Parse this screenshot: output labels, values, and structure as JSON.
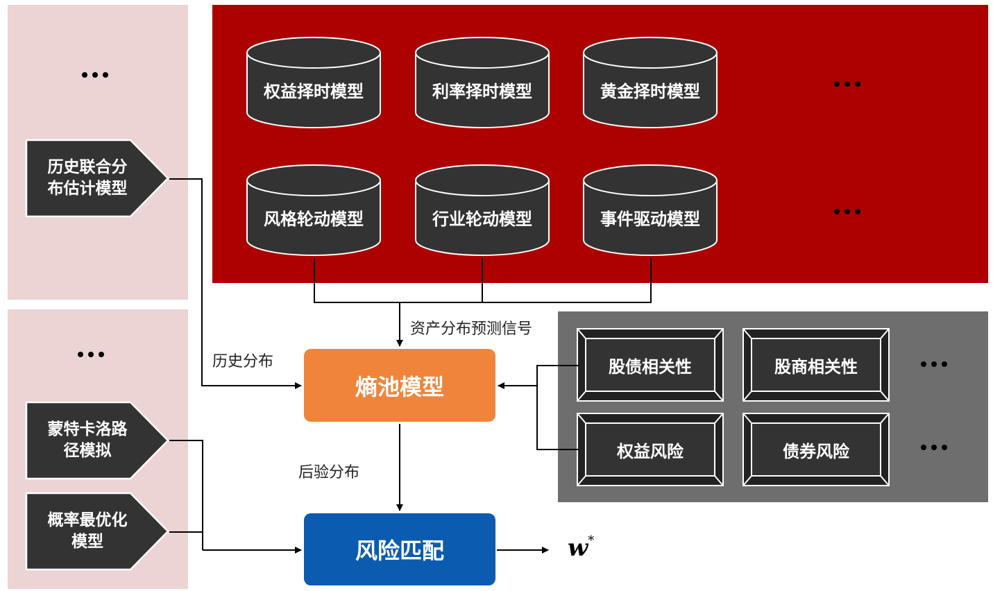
{
  "colors": {
    "pink_panel": "#ecd3d4",
    "red_panel": "#ad0000",
    "gray_panel": "#6e6e6e",
    "dark_shape": "#333333",
    "entropy_pool": "#f0843a",
    "risk_match": "#0b5bb1"
  },
  "left_panel_top": {
    "ellipsis": "…",
    "items": [
      {
        "label": "历史联合分布估计模型"
      }
    ]
  },
  "left_panel_bottom": {
    "ellipsis": "…",
    "items": [
      {
        "label": "蒙特卡洛路径模拟"
      },
      {
        "label": "概率最优化模型"
      }
    ]
  },
  "signal_models": {
    "row1": [
      {
        "label": "权益择时模型"
      },
      {
        "label": "利率择时模型"
      },
      {
        "label": "黄金择时模型"
      }
    ],
    "row2": [
      {
        "label": "风格轮动模型"
      },
      {
        "label": "行业轮动模型"
      },
      {
        "label": "事件驱动模型"
      }
    ],
    "ellipsis": "…"
  },
  "risk_factors": {
    "items": [
      {
        "label": "股债相关性"
      },
      {
        "label": "股商相关性"
      },
      {
        "label": "权益风险"
      },
      {
        "label": "债券风险"
      }
    ],
    "ellipsis": "…"
  },
  "core": {
    "entropy_pool": "熵池模型",
    "risk_match": "风险匹配",
    "output_symbol": "w",
    "output_superscript": "*"
  },
  "edges": {
    "asset_signal": "资产分布预测信号",
    "historical": "历史分布",
    "posterior": "后验分布"
  }
}
